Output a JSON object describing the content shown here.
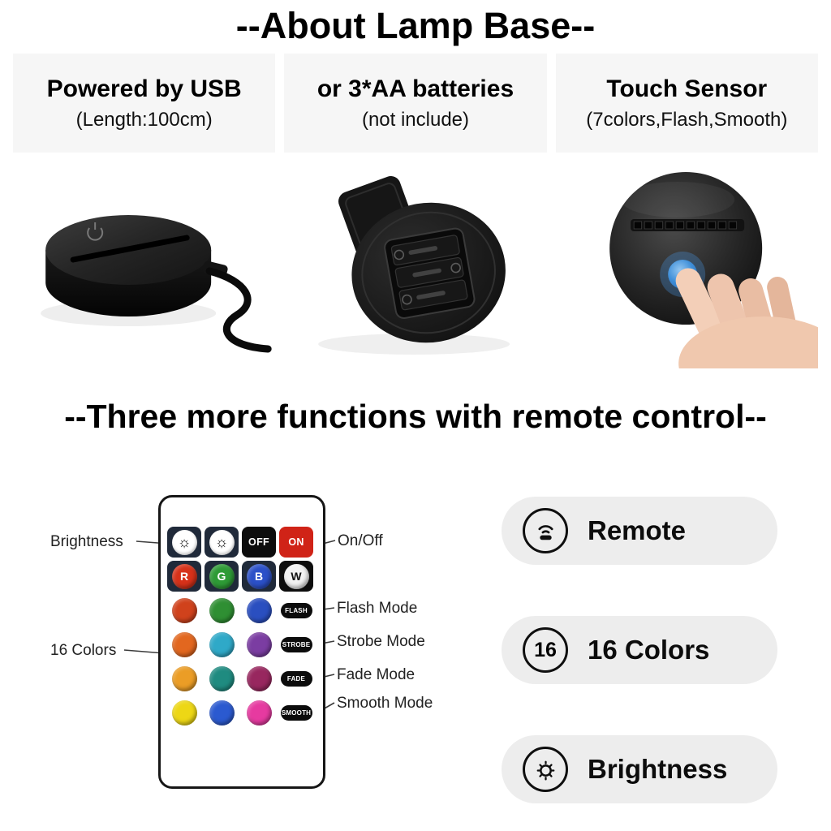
{
  "header": {
    "title": "--About Lamp Base--"
  },
  "columns": [
    {
      "title": "Powered by USB",
      "subtitle": "(Length:100cm)"
    },
    {
      "title": "or 3*AA batteries",
      "subtitle": "(not include)"
    },
    {
      "title": "Touch Sensor",
      "subtitle": "(7colors,Flash,Smooth)"
    }
  ],
  "section2": {
    "title": "--Three more functions with remote control--"
  },
  "remote": {
    "sun_glyph": "☼",
    "callouts": {
      "brightness": "Brightness",
      "on_off": "On/Off",
      "flash": "Flash Mode",
      "strobe": "Strobe Mode",
      "fade": "Fade Mode",
      "smooth": "Smooth Mode",
      "colors16": "16 Colors"
    },
    "grid": [
      [
        {
          "name": "brightness-up-button",
          "kind": "sun",
          "tile": "#202a3a"
        },
        {
          "name": "brightness-down-button",
          "kind": "sun",
          "tile": "#202a3a"
        },
        {
          "name": "off-button",
          "kind": "text",
          "label": "OFF",
          "tile": "#0d0d0d"
        },
        {
          "name": "on-button",
          "kind": "text",
          "label": "ON",
          "tile": "#d02317"
        }
      ],
      [
        {
          "name": "red-button",
          "kind": "letter",
          "label": "R",
          "circle": "#d63119",
          "tile": "#202a3a"
        },
        {
          "name": "green-button",
          "kind": "letter",
          "label": "G",
          "circle": "#2e9b36",
          "tile": "#202a3a"
        },
        {
          "name": "blue-button",
          "kind": "letter",
          "label": "B",
          "circle": "#2b50c8",
          "tile": "#202a3a"
        },
        {
          "name": "white-button",
          "kind": "letter",
          "label": "W",
          "circle": "#f2f2f2",
          "text_color": "#111111",
          "tile": "#0d0d0d"
        }
      ],
      [
        {
          "name": "color-red-orange-button",
          "kind": "color",
          "circle": "#d0421c"
        },
        {
          "name": "color-green-button",
          "kind": "color",
          "circle": "#2f8f33"
        },
        {
          "name": "color-blue-button",
          "kind": "color",
          "circle": "#2a4fc0"
        },
        {
          "name": "flash-mode-button",
          "kind": "mode",
          "label": "FLASH"
        }
      ],
      [
        {
          "name": "color-orange-button",
          "kind": "color",
          "circle": "#e2671f"
        },
        {
          "name": "color-sky-blue-button",
          "kind": "color",
          "circle": "#2fa9c8"
        },
        {
          "name": "color-purple-button",
          "kind": "color",
          "circle": "#7b3da2"
        },
        {
          "name": "strobe-mode-button",
          "kind": "mode",
          "label": "STROBE"
        }
      ],
      [
        {
          "name": "color-amber-button",
          "kind": "color",
          "circle": "#eb9d26"
        },
        {
          "name": "color-teal-button",
          "kind": "color",
          "circle": "#1f8b80"
        },
        {
          "name": "color-magenta-button",
          "kind": "color",
          "circle": "#98275f"
        },
        {
          "name": "fade-mode-button",
          "kind": "mode",
          "label": "FADE"
        }
      ],
      [
        {
          "name": "color-yellow-button",
          "kind": "color",
          "circle": "#edd715"
        },
        {
          "name": "color-royal-blue-button",
          "kind": "color",
          "circle": "#2b5ad0"
        },
        {
          "name": "color-pink-button",
          "kind": "color",
          "circle": "#e63aa0"
        },
        {
          "name": "smooth-mode-button",
          "kind": "mode",
          "label": "SMOOTH"
        }
      ]
    ]
  },
  "features": [
    {
      "icon": "remote-icon",
      "label": "Remote"
    },
    {
      "icon": "count-16-badge",
      "label": "16 Colors",
      "badge": "16"
    },
    {
      "icon": "brightness-icon",
      "label": "Brightness"
    }
  ],
  "colors": {
    "touch_button_blue": "#3f8fd9",
    "remote_on_red": "#d02317",
    "pill_background": "#ededed"
  }
}
